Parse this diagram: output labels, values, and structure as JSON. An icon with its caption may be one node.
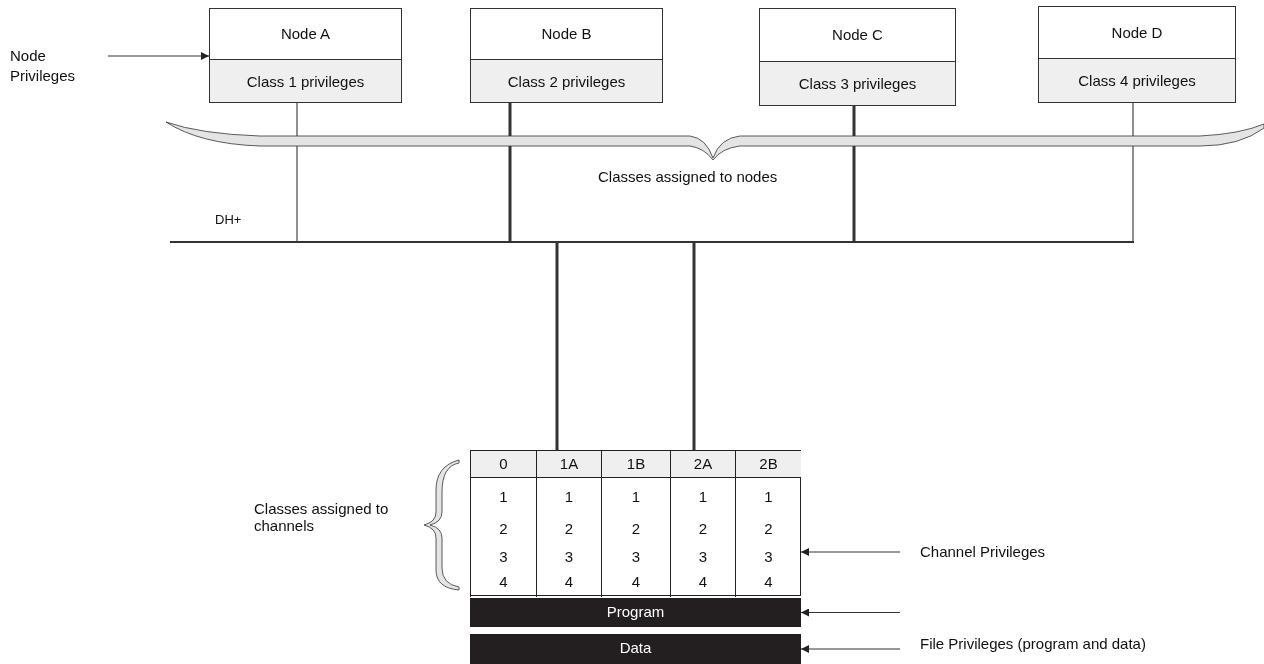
{
  "diagram": {
    "nodes": [
      {
        "text": [
          "Node A",
          "Class 1 privileges"
        ]
      },
      {
        "text": [
          "Node B",
          "Class 2 privileges"
        ]
      },
      {
        "text": [
          "Node C",
          "Class 3 privileges"
        ]
      },
      {
        "text": [
          "Node D",
          "Class 4 privileges"
        ]
      },
      {
        "text": [
          "Node Privileges"
        ]
      },
      {
        "text": [],
        "shape": "bar"
      },
      {
        "text": [],
        "shape": "box"
      },
      {
        "text": [
          "0",
          "1",
          "2",
          "3",
          "4"
        ],
        "in": 6
      },
      {
        "text": [
          "1A",
          "1",
          "2",
          "3",
          "4"
        ],
        "in": 6
      },
      {
        "text": [
          "1B",
          "1",
          "2",
          "3",
          "4"
        ],
        "in": 6
      },
      {
        "text": [
          "2A",
          "1",
          "2",
          "3",
          "4"
        ],
        "in": 6
      },
      {
        "text": [
          "2B",
          "1",
          "2",
          "3",
          "4"
        ],
        "in": 6
      },
      {
        "text": [
          "Program"
        ]
      },
      {
        "text": [
          "Data"
        ]
      },
      {
        "text": [
          "Channel Privileges"
        ]
      },
      {
        "text": [
          "File Privileges (program and data)"
        ]
      },
      {
        "text": [],
        "shape": "brace"
      },
      {
        "text": [],
        "shape": "brace"
      }
    ],
    "edges": [
      {
        "from": 4,
        "to": 0,
        "arrow": "to"
      },
      {
        "from": 0,
        "to": 5,
        "arrow": "none"
      },
      {
        "from": 1,
        "to": 5,
        "arrow": "none",
        "style": "thick"
      },
      {
        "from": 2,
        "to": 5,
        "arrow": "none",
        "style": "thick"
      },
      {
        "from": 3,
        "to": 5,
        "arrow": "none"
      },
      {
        "from": 5,
        "to": 8,
        "arrow": "none",
        "style": "thick"
      },
      {
        "from": 5,
        "to": 10,
        "arrow": "none",
        "style": "thick"
      },
      {
        "from": 14,
        "to": 6,
        "arrow": "to"
      },
      {
        "from": 15,
        "to": 12,
        "arrow": "to"
      },
      {
        "from": 15,
        "to": 13,
        "arrow": "to"
      }
    ],
    "labels": [
      "Classes assigned to nodes",
      "DH+",
      "Classes assigned to channels"
    ]
  }
}
